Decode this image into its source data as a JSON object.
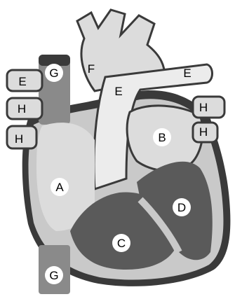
{
  "diagram": {
    "labels": {
      "A": "A",
      "B": "B",
      "C": "C",
      "D": "D",
      "E_left": "E",
      "E_center": "E",
      "E_right": "E",
      "F": "F",
      "G_top": "G",
      "G_bottom": "G",
      "H_left_upper": "H",
      "H_left_lower": "H",
      "H_right_upper": "H",
      "H_right_lower": "H"
    },
    "colors": {
      "background": "#ffffff",
      "outline": "#3a3a3a",
      "dark_gray": "#5a5a5a",
      "medium_gray": "#8a8a8a",
      "light_gray": "#c9c9c9",
      "lighter_gray": "#dcdcdc",
      "label_fill": "#ffffff"
    }
  }
}
